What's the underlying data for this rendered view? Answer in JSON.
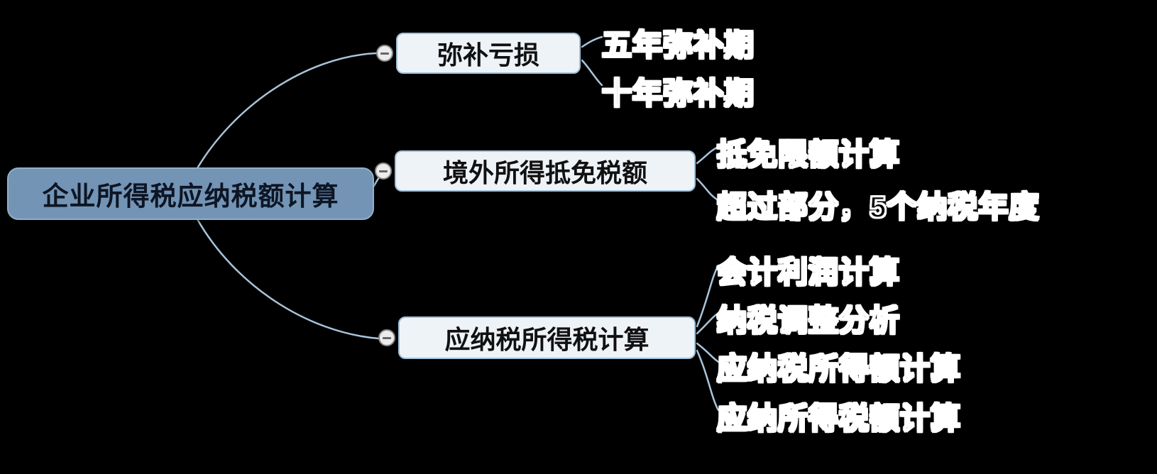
{
  "mindmap": {
    "root": {
      "label": "企业所得税应纳税额计算"
    },
    "branches": [
      {
        "label": "弥补亏损",
        "collapsed": false,
        "children": [
          {
            "label": "五年弥补期"
          },
          {
            "label": "十年弥补期"
          }
        ]
      },
      {
        "label": "境外所得抵免税额",
        "collapsed": false,
        "children": [
          {
            "label": "抵免限额计算"
          },
          {
            "label": "超过部分，5个纳税年度"
          }
        ]
      },
      {
        "label": "应纳税所得税计算",
        "collapsed": false,
        "children": [
          {
            "label": "会计利润计算"
          },
          {
            "label": "纳税调整分析"
          },
          {
            "label": "应纳税所得额计算"
          },
          {
            "label": "应纳所得税额计算"
          }
        ]
      }
    ],
    "colors": {
      "background": "#000000",
      "root_fill": "#7394b5",
      "node_fill": "#eef3f8",
      "node_border": "#9fc0d8",
      "connector": "#a9c4da",
      "leaf_outline": "#ffffff"
    }
  }
}
